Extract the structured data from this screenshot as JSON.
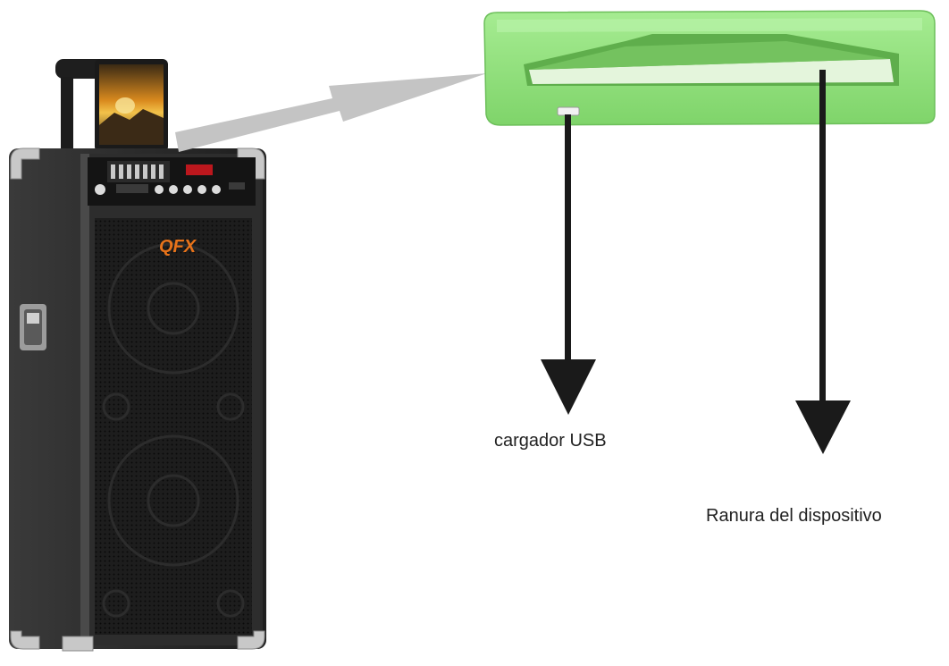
{
  "speaker": {
    "brand": "QFX",
    "body_color": "#2a2a2a",
    "trim_color": "#b0b0b0",
    "brand_color": "#e8731a",
    "display_color": "#d9181f"
  },
  "dock_closeup": {
    "color": "#8fe07a",
    "slot_color": "#e4f5dc"
  },
  "callouts": [
    {
      "label": "cargador USB"
    },
    {
      "label": "Ranura del dispositivo"
    }
  ],
  "arrows": {
    "pointer_color": "#c4c4c4",
    "callout_color": "#1a1a1a"
  }
}
